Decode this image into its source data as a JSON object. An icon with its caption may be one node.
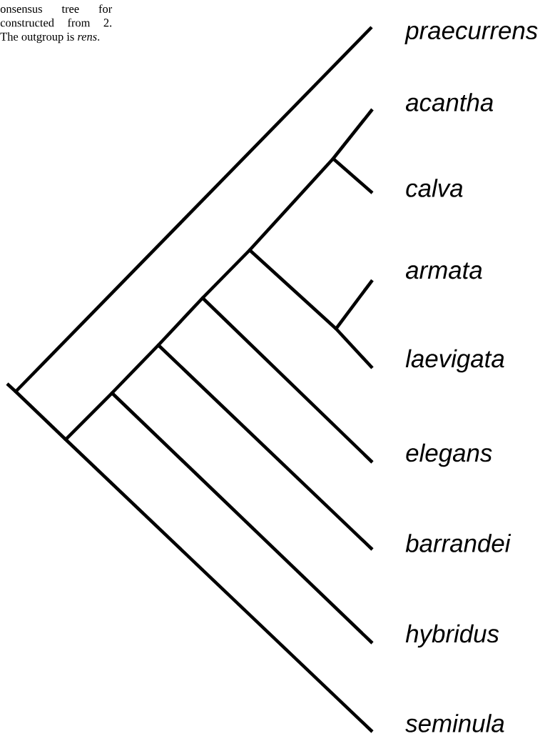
{
  "diagram": {
    "caption": "onsensus tree for constructed from 2. The outgroup is *rens*.",
    "nodes": [
      {
        "text": [
          "praecurrens"
        ]
      },
      {
        "text": [
          "acantha"
        ]
      },
      {
        "text": [
          "calva"
        ]
      },
      {
        "text": [
          "armata"
        ]
      },
      {
        "text": [
          "laevigata"
        ]
      },
      {
        "text": [
          "elegans"
        ]
      },
      {
        "text": [
          "barrandei"
        ]
      },
      {
        "text": [
          "hybridus"
        ]
      },
      {
        "text": [
          "seminula"
        ]
      },
      {
        "text": [],
        "shape": "point"
      },
      {
        "text": [],
        "shape": "point"
      },
      {
        "text": [],
        "shape": "point"
      },
      {
        "text": [],
        "shape": "point"
      },
      {
        "text": [],
        "shape": "point"
      },
      {
        "text": [],
        "shape": "point"
      },
      {
        "text": [],
        "shape": "point"
      },
      {
        "text": [],
        "shape": "point"
      }
    ],
    "edges": [
      {
        "from": null,
        "to": 9,
        "arrow": "none"
      },
      {
        "from": 9,
        "to": 0,
        "arrow": "none"
      },
      {
        "from": 9,
        "to": 10,
        "arrow": "none"
      },
      {
        "from": 10,
        "to": 8,
        "arrow": "none"
      },
      {
        "from": 10,
        "to": 11,
        "arrow": "none"
      },
      {
        "from": 11,
        "to": 7,
        "arrow": "none"
      },
      {
        "from": 11,
        "to": 12,
        "arrow": "none"
      },
      {
        "from": 12,
        "to": 6,
        "arrow": "none"
      },
      {
        "from": 12,
        "to": 13,
        "arrow": "none"
      },
      {
        "from": 13,
        "to": 5,
        "arrow": "none"
      },
      {
        "from": 13,
        "to": 14,
        "arrow": "none"
      },
      {
        "from": 14,
        "to": 15,
        "arrow": "none"
      },
      {
        "from": 15,
        "to": 1,
        "arrow": "none"
      },
      {
        "from": 15,
        "to": 2,
        "arrow": "none"
      },
      {
        "from": 14,
        "to": 16,
        "arrow": "none"
      },
      {
        "from": 16,
        "to": 3,
        "arrow": "none"
      },
      {
        "from": 16,
        "to": 4,
        "arrow": "none"
      }
    ]
  }
}
